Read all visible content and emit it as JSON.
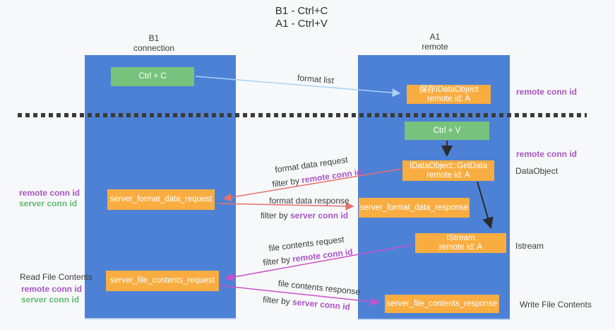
{
  "title": {
    "line1": "B1 - Ctrl+C",
    "line2": "A1 - Ctrl+V"
  },
  "columns": {
    "left": {
      "header_line1": "B1",
      "header_line2": "connection"
    },
    "right": {
      "header_line1": "A1",
      "header_line2": "remote"
    }
  },
  "nodes": {
    "ctrl_c": "Ctrl + C",
    "ctrl_v": "Ctrl + V",
    "save_dataobject": {
      "line1": "保存IDataObject",
      "line2": "remote id: A"
    },
    "getdata": {
      "line1": "IDataObject::GetData",
      "line2": "remote id: A"
    },
    "istream": {
      "line1": "IStream",
      "line2": "remote id: A"
    },
    "server_format_data_request": "server_format_data_request",
    "server_format_data_response": "server_format_data_response",
    "server_file_contents_request": "server_file_contents_request",
    "server_file_contents_response": "server_file_contents_response"
  },
  "side_labels": {
    "right_remote_conn_id_1": "remote conn id",
    "right_remote_conn_id_2": "remote conn id",
    "dataobject": "DataObject",
    "istream": "Istream",
    "write_file_contents": "Write File Contents",
    "left_remote_conn_id_1": "remote conn id",
    "left_server_conn_id_1": "server conn id",
    "read_file_contents": "Read File Contents",
    "left_remote_conn_id_2": "remote conn id",
    "left_server_conn_id_2": "server conn id"
  },
  "arrow_labels": {
    "format_list": "format list",
    "format_data_request": "format data request",
    "format_data_response": "format data response",
    "file_contents_request": "file contents request",
    "file_contents_response": "file contents response",
    "filter_by": "filter by ",
    "remote_conn_id": "remote conn id",
    "server_conn_id": "server conn id"
  },
  "colors": {
    "column_blue": "#4d81d6",
    "node_green": "#77c37d",
    "node_orange": "#f9ad41",
    "arrow_blue": "#a9d2f3",
    "arrow_salmon": "#e5716c",
    "arrow_magenta": "#cb51cb",
    "arrow_black": "#2b2b2b",
    "label_purple": "#a855c4",
    "label_green": "#62ba74",
    "text_dark": "#3c3c3c"
  }
}
